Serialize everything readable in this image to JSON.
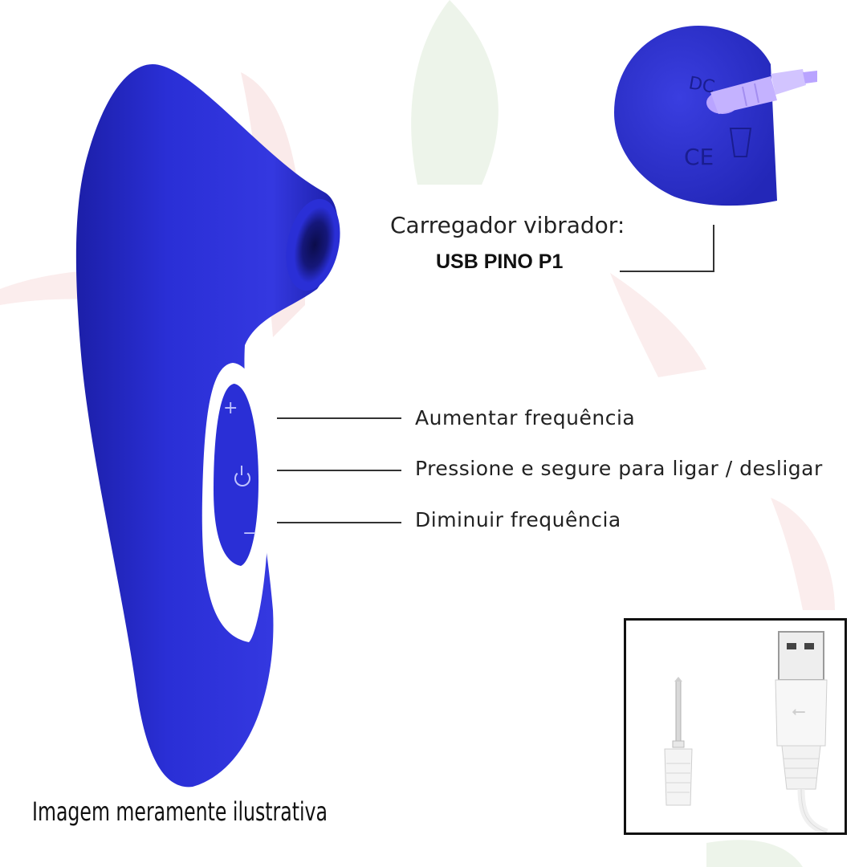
{
  "charger": {
    "title": "Carregador vibrador:",
    "subtitle": "USB PINO P1",
    "port_marks": [
      "DC",
      "CE"
    ]
  },
  "buttons": {
    "increase_label": "Aumentar frequência",
    "power_label": "Pressione e segure para ligar / desligar",
    "decrease_label": "Diminuir frequência",
    "plus_symbol": "+",
    "minus_symbol": "−"
  },
  "disclaimer": "Imagem meramente ilustrativa",
  "colors": {
    "device_blue": "#2a2fd6",
    "device_dark": "#1c1fa8",
    "plug_purple": "#b9a4ff",
    "watermark_green": "#9bc28a",
    "watermark_red": "#d9534f"
  },
  "icons": {
    "power": "power-icon",
    "usb": "usb-symbol-icon"
  }
}
